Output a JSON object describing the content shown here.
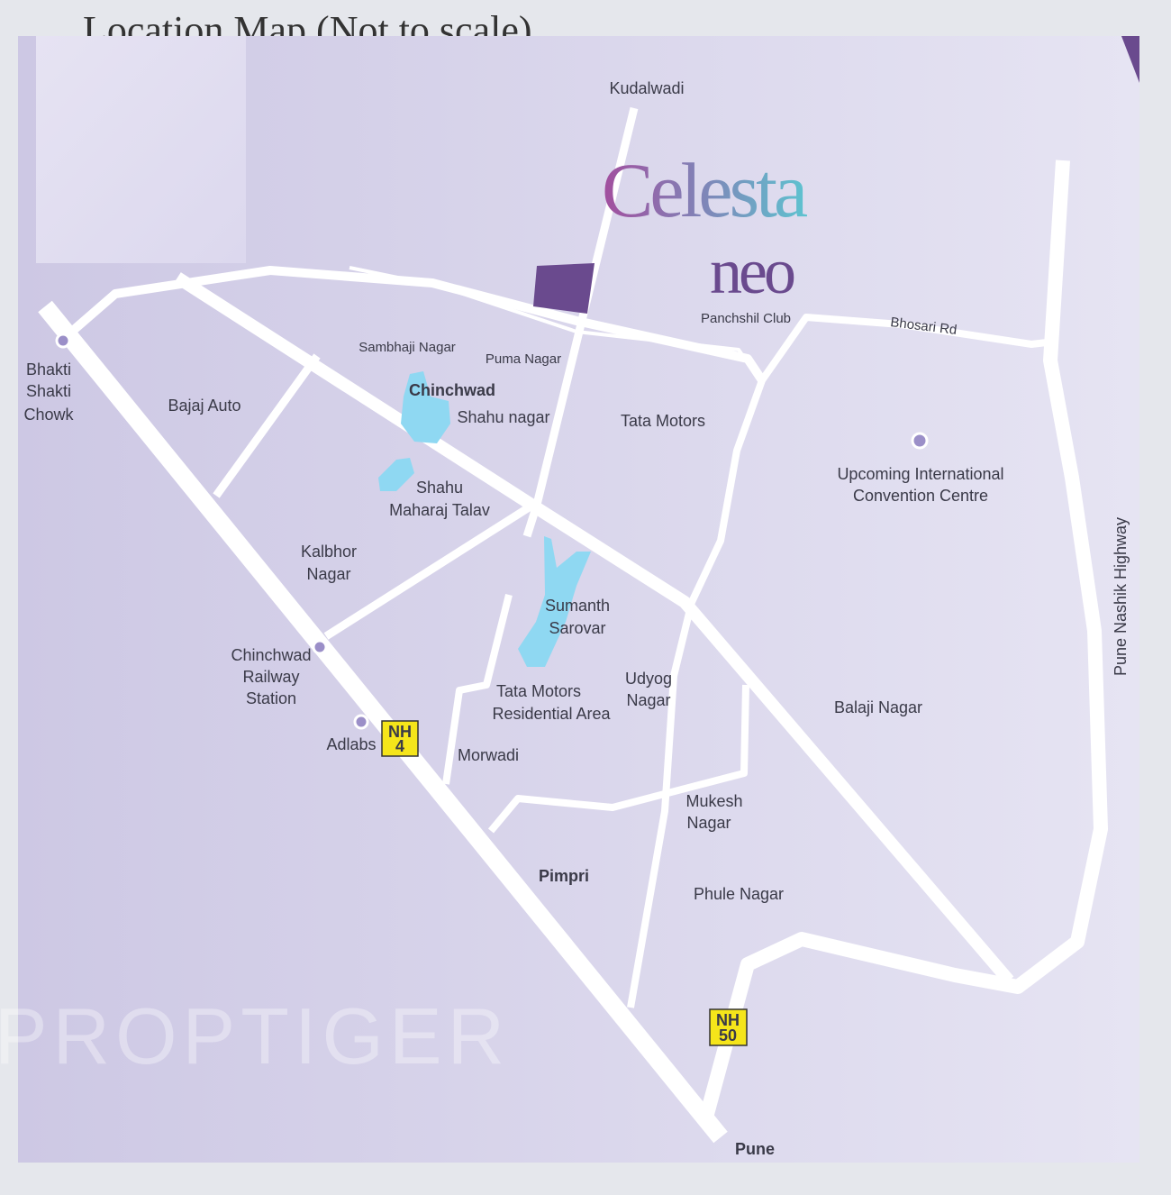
{
  "title": "Location Map (Not to scale)",
  "logo": {
    "line1": "Celesta",
    "line2": "neo"
  },
  "watermark": "PROPTIGER",
  "colors": {
    "background": "#d3cfe8",
    "road": "#ffffff",
    "water": "#8fd8f2",
    "project": "#6a4a8e",
    "shield": "#f5e51a"
  },
  "labels": {
    "kudalwadi": "Kudalwadi",
    "panchshil": "Panchshil Club",
    "bhosari": "Bhosari Rd",
    "bhakti": [
      "Bhakti",
      "Shakti",
      "Chowk"
    ],
    "bajaj": "Bajaj Auto",
    "sambhaji": "Sambhaji Nagar",
    "puma": "Puma Nagar",
    "chinchwad": "Chinchwad",
    "shahu_nagar": "Shahu nagar",
    "tata_motors": "Tata Motors",
    "upcoming": [
      "Upcoming International",
      "Convention Centre"
    ],
    "shahu_talav": [
      "Shahu",
      "Maharaj Talav"
    ],
    "kalbhor": [
      "Kalbhor",
      "Nagar"
    ],
    "sumanth": [
      "Sumanth",
      "Sarovar"
    ],
    "pune_nashik": "Pune Nashik Highway",
    "railway": [
      "Chinchwad",
      "Railway",
      "Station"
    ],
    "udyog": [
      "Udyog",
      "Nagar"
    ],
    "tata_res": [
      "Tata Motors",
      "Residential Area"
    ],
    "balaji": "Balaji Nagar",
    "adlabs": "Adlabs",
    "morwadi": "Morwadi",
    "mukesh": [
      "Mukesh",
      "Nagar"
    ],
    "pimpri": "Pimpri",
    "phule": "Phule Nagar",
    "pune": "Pune"
  },
  "shields": {
    "nh4": [
      "NH",
      "4"
    ],
    "nh50": [
      "NH",
      "50"
    ]
  }
}
